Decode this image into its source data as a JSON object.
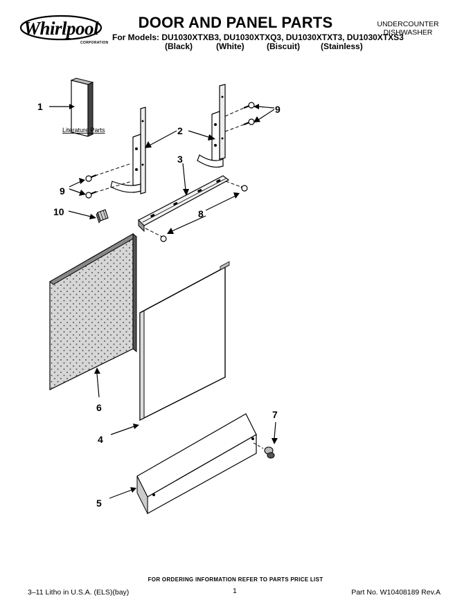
{
  "header": {
    "brand": "Whirlpool",
    "brand_sub": "CORPORATION",
    "title": "DOOR AND PANEL PARTS",
    "models_line": "For Models: DU1030XTXB3, DU1030XTXQ3, DU1030XTXT3, DU1030XTXS3",
    "colors": [
      "(Black)",
      "(White)",
      "(Biscuit)",
      "(Stainless)"
    ],
    "product_type": "UNDERCOUNTER\nDISHWASHER"
  },
  "callouts": [
    "1",
    "2",
    "3",
    "4",
    "5",
    "6",
    "7",
    "8",
    "9",
    "9",
    "10"
  ],
  "literature_label": "Literature Parts",
  "footer": {
    "order_note": "FOR ORDERING INFORMATION REFER TO PARTS PRICE LIST",
    "litho": "3–11 Litho in U.S.A. (ELS)(bay)",
    "page_number": "1",
    "part_number": "Part No. W10408189 Rev.A"
  },
  "colors": {
    "ink": "#000000",
    "panel_fill": "#d6d6d6",
    "door_fill": "#ffffff"
  }
}
